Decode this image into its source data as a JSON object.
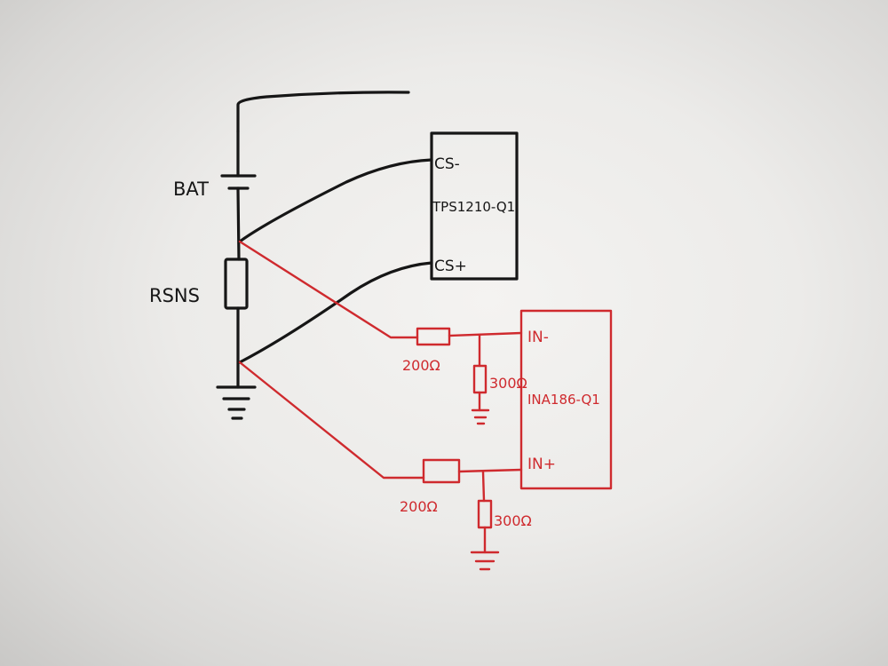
{
  "labels": {
    "bat": "BAT",
    "rsns": "RSNS",
    "tps_chip": "TPS1210-Q1",
    "cs_minus": "CS-",
    "cs_plus": "CS+",
    "ina_chip": "INA186-Q1",
    "in_minus": "IN-",
    "in_plus": "IN+",
    "r_upper_series": "200Ω",
    "r_upper_shunt": "300Ω",
    "r_lower_series": "200Ω",
    "r_lower_shunt": "300Ω"
  },
  "colors": {
    "ink": "#161616",
    "red_ink": "#cf2a2e"
  }
}
